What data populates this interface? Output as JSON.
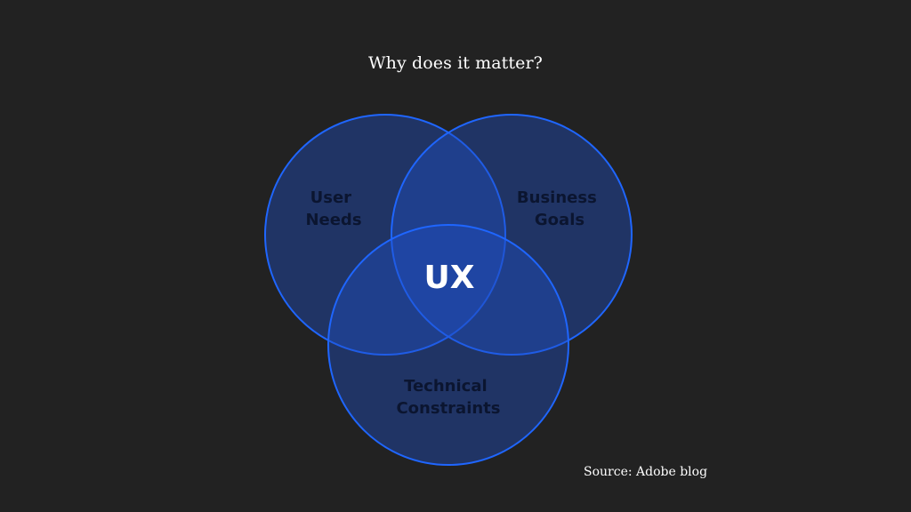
{
  "slide": {
    "title": "Why does it matter?",
    "source": "Source: Adobe blog"
  },
  "venn": {
    "sets": [
      {
        "id": "user",
        "lines": [
          "User",
          "Needs"
        ]
      },
      {
        "id": "business",
        "lines": [
          "Business",
          "Goals"
        ]
      },
      {
        "id": "technical",
        "lines": [
          "Technical",
          "Constraints"
        ]
      }
    ],
    "center_label": "UX"
  },
  "colors": {
    "background": "#222222",
    "circle_fill": "#1f4fc4",
    "circle_stroke": "#1f66ff",
    "set_label": "#0b1530",
    "center_label": "#ffffff",
    "text": "#ffffff"
  }
}
